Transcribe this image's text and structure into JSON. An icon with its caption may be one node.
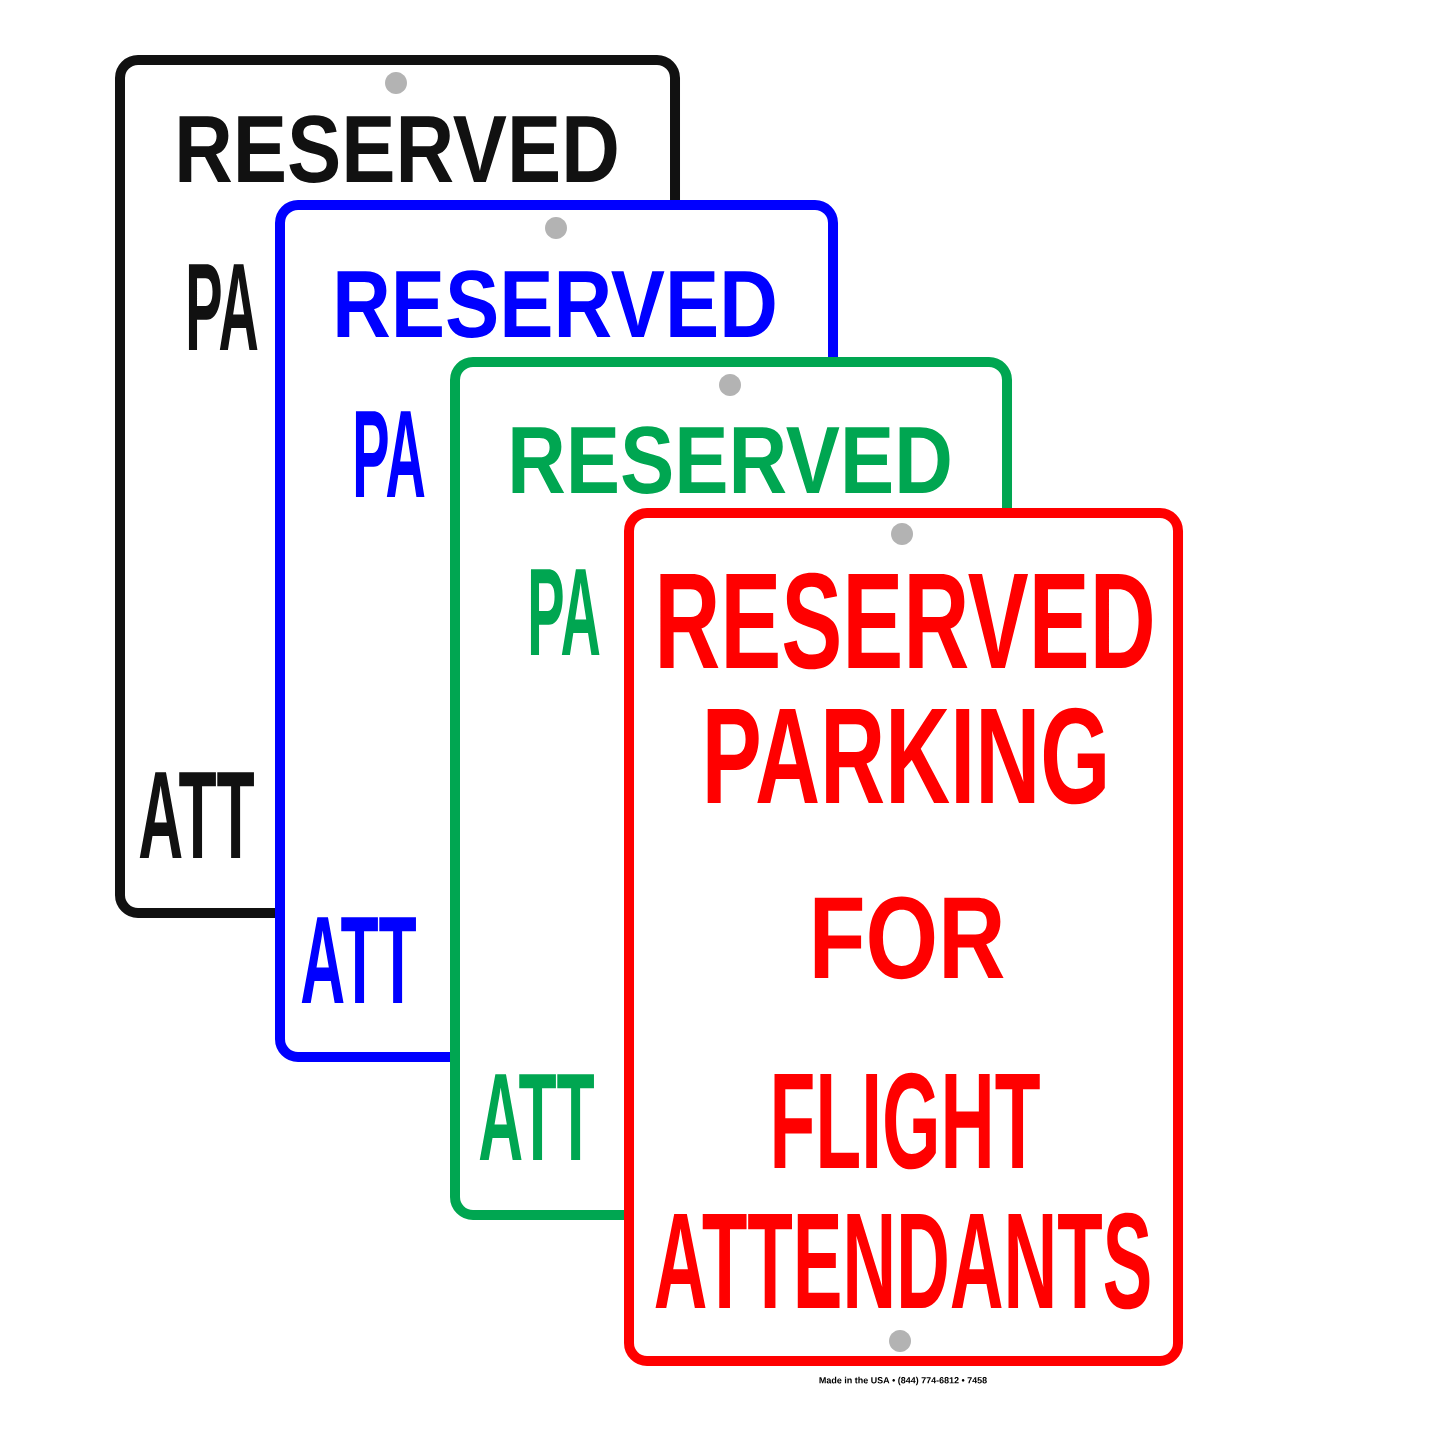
{
  "diagram": {
    "nodes": [
      {
        "text": [
          "RESERVED",
          "PA",
          "ATT"
        ]
      },
      {
        "text": [
          "RESERVED",
          "PA",
          "ATT"
        ]
      },
      {
        "text": [
          "RESERVED",
          "PA",
          "ATT"
        ]
      },
      {
        "text": [
          "RESERVED",
          "PARKING",
          "FOR",
          "FLIGHT",
          "ATTENDANTS"
        ]
      }
    ],
    "labels": [
      "Made in the USA • (844) 774-6812 • 7458"
    ]
  }
}
